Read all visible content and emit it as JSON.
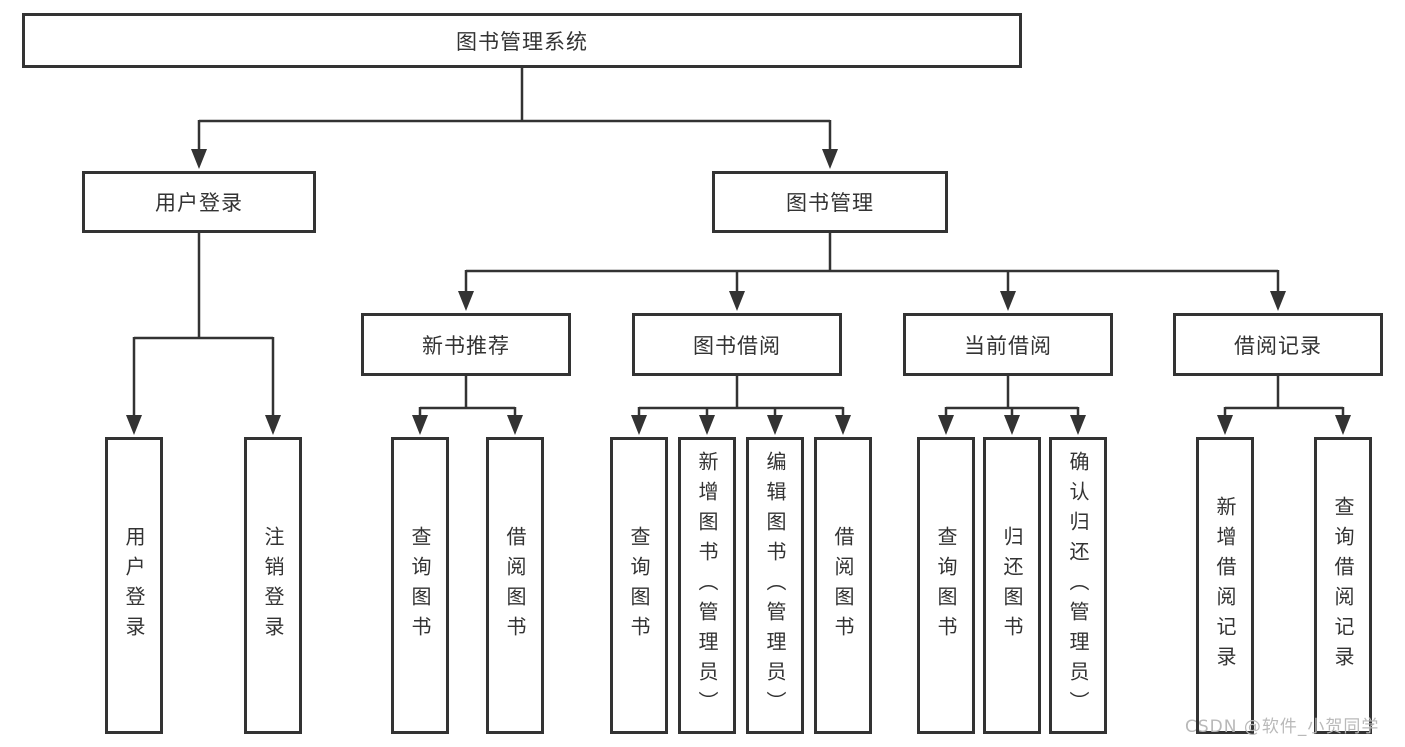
{
  "diagram": {
    "root": {
      "label": "图书管理系统"
    },
    "level2": [
      {
        "label": "用户登录"
      },
      {
        "label": "图书管理"
      }
    ],
    "level3": [
      {
        "label": "新书推荐"
      },
      {
        "label": "图书借阅"
      },
      {
        "label": "当前借阅"
      },
      {
        "label": "借阅记录"
      }
    ],
    "leaves": {
      "user_login": [
        "用户登录",
        "注销登录"
      ],
      "new_books": [
        "查询图书",
        "借阅图书"
      ],
      "book_borrowing": [
        "查询图书",
        "新增图书（管理员）",
        "编辑图书（管理员）",
        "借阅图书"
      ],
      "current_borrowing": [
        "查询图书",
        "归还图书",
        "确认归还（管理员）"
      ],
      "borrowing_records": [
        "新增借阅记录",
        "查询借阅记录"
      ]
    }
  },
  "watermark": {
    "text": "CSDN @软件_小贺同学"
  },
  "colors": {
    "line": "#333333",
    "text": "#333333",
    "box_fill": "#ffffff",
    "background": "#ffffff",
    "watermark": "#b9b9b9"
  }
}
